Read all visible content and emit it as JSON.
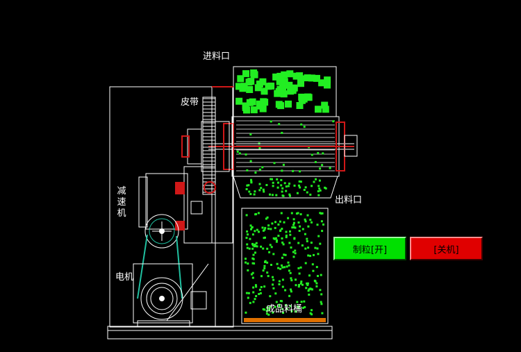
{
  "labels": {
    "inlet": "进料口",
    "belt": "皮带",
    "reducer": "减速机",
    "outlet": "出料口",
    "motor": "电机",
    "bin": "成品料桶"
  },
  "buttons": {
    "granulate_on": "制粒[开]",
    "shutdown": "[关机]"
  },
  "colors": {
    "granule": "#22ee22",
    "frame": "#ffffff",
    "accent_red": "#d01818",
    "motor_green": "#20c0a0",
    "bin_bottom": "#e07000",
    "button_on": "#00e000",
    "button_off": "#e00000"
  }
}
